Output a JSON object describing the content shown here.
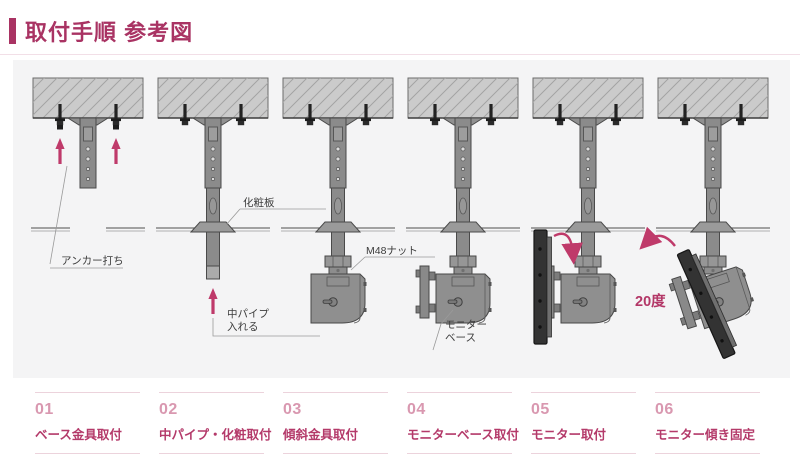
{
  "page": {
    "title": "取付手順 参考図"
  },
  "colors": {
    "accent": "#a93363",
    "step_number": "#d998b0",
    "step_label": "#b43a6a",
    "arrow": "#bf3a6a",
    "canvas_bg": "#f4f4f5"
  },
  "diagram": {
    "annotations": {
      "anchor_note": "アンカー打ち",
      "decorative_board": "化粧板",
      "insert_pipe_line1": "中パイプ",
      "insert_pipe_line2": "入れる",
      "m48_nut": "M48ナット",
      "monitor_base_line1": "モニター",
      "monitor_base_line2": "ベース",
      "tilt_angle": "20度"
    }
  },
  "steps": [
    {
      "num": "01",
      "label": "ベース金具取付"
    },
    {
      "num": "02",
      "label": "中パイプ・化粧取付"
    },
    {
      "num": "03",
      "label": "傾斜金具取付"
    },
    {
      "num": "04",
      "label": "モニターベース取付"
    },
    {
      "num": "05",
      "label": "モニター取付"
    },
    {
      "num": "06",
      "label": "モニター傾き固定"
    }
  ]
}
